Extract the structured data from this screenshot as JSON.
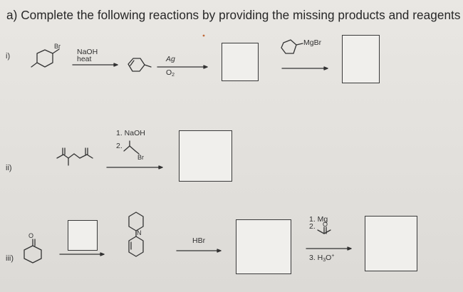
{
  "heading": "a) Complete the following reactions by providing the missing products and reagents",
  "parts": [
    {
      "number": "i)",
      "reagents_1": [
        "NaOH",
        "heat"
      ],
      "reagents_2": [
        "Ag",
        "O2"
      ],
      "reagent_3": "MgBr"
    },
    {
      "number": "ii)",
      "reagent_steps": [
        "1. NaOH",
        "2."
      ],
      "halide_label": "Br"
    },
    {
      "number": "iii)",
      "amine_label": "N",
      "reagent_hbr": "HBr",
      "reagent_steps": [
        "1. Mg",
        "2.",
        "3. H3O+"
      ]
    }
  ],
  "starting_material_label": "Br",
  "ketone_label": "O"
}
